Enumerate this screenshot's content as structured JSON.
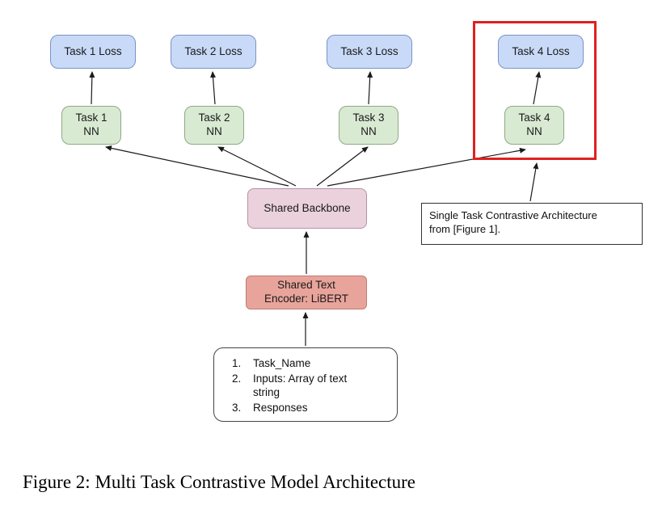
{
  "diagram": {
    "loss_boxes": [
      {
        "label": "Task 1 Loss"
      },
      {
        "label": "Task 2 Loss"
      },
      {
        "label": "Task 3 Loss"
      },
      {
        "label": "Task 4 Loss"
      }
    ],
    "nn_boxes": [
      {
        "label": "Task 1\nNN"
      },
      {
        "label": "Task 2\nNN"
      },
      {
        "label": "Task 3\nNN"
      },
      {
        "label": "Task 4\nNN"
      }
    ],
    "shared_backbone_label": "Shared Backbone",
    "shared_encoder_label": "Shared Text\nEncoder: LiBERT",
    "annotation_text": "Single Task Contrastive Architecture\nfrom [Figure 1].",
    "input_list": [
      {
        "num": "1.",
        "text": "Task_Name"
      },
      {
        "num": "2.",
        "text": "Inputs: Array of text string"
      },
      {
        "num": "3.",
        "text": "Responses"
      }
    ],
    "colors": {
      "loss_fill": "#c9daf8",
      "nn_fill": "#d9ead3",
      "backbone_fill": "#ead1dc",
      "encoder_fill": "#e8a49b",
      "highlight_red": "#e02020"
    }
  },
  "caption": "Figure 2: Multi Task Contrastive Model Architecture"
}
